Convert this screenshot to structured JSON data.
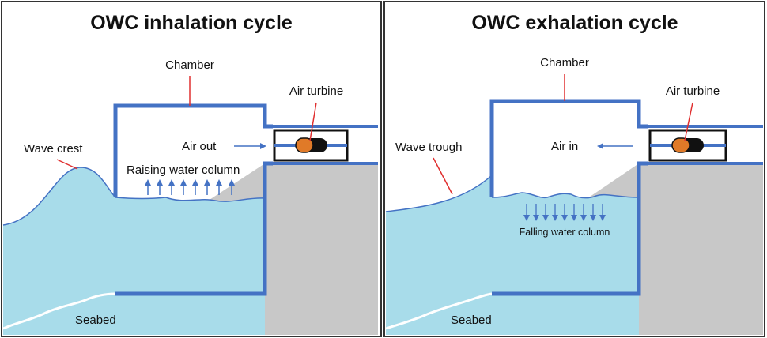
{
  "colors": {
    "water": "#A8DCEA",
    "ground": "#C8C8C8",
    "wall": "#4472C4",
    "arrow": "#4472C4",
    "leader": "#E03030",
    "turbine_body": "#E07A28",
    "turbine_dark": "#111111",
    "frame": "#333333",
    "seabed_edge": "#FFFFFF"
  },
  "panels": [
    {
      "id": "inhalation",
      "title": "OWC inhalation cycle",
      "labels": {
        "chamber": "Chamber",
        "turbine": "Air turbine",
        "wave": "Wave crest",
        "airflow": "Air out",
        "water_column": "Raising water column",
        "seabed": "Seabed"
      },
      "water_motion": "up",
      "airflow_direction": "right"
    },
    {
      "id": "exhalation",
      "title": "OWC exhalation cycle",
      "labels": {
        "chamber": "Chamber",
        "turbine": "Air turbine",
        "wave": "Wave trough",
        "airflow": "Air in",
        "water_column": "Falling water column",
        "seabed": "Seabed"
      },
      "water_motion": "down",
      "airflow_direction": "left"
    }
  ]
}
